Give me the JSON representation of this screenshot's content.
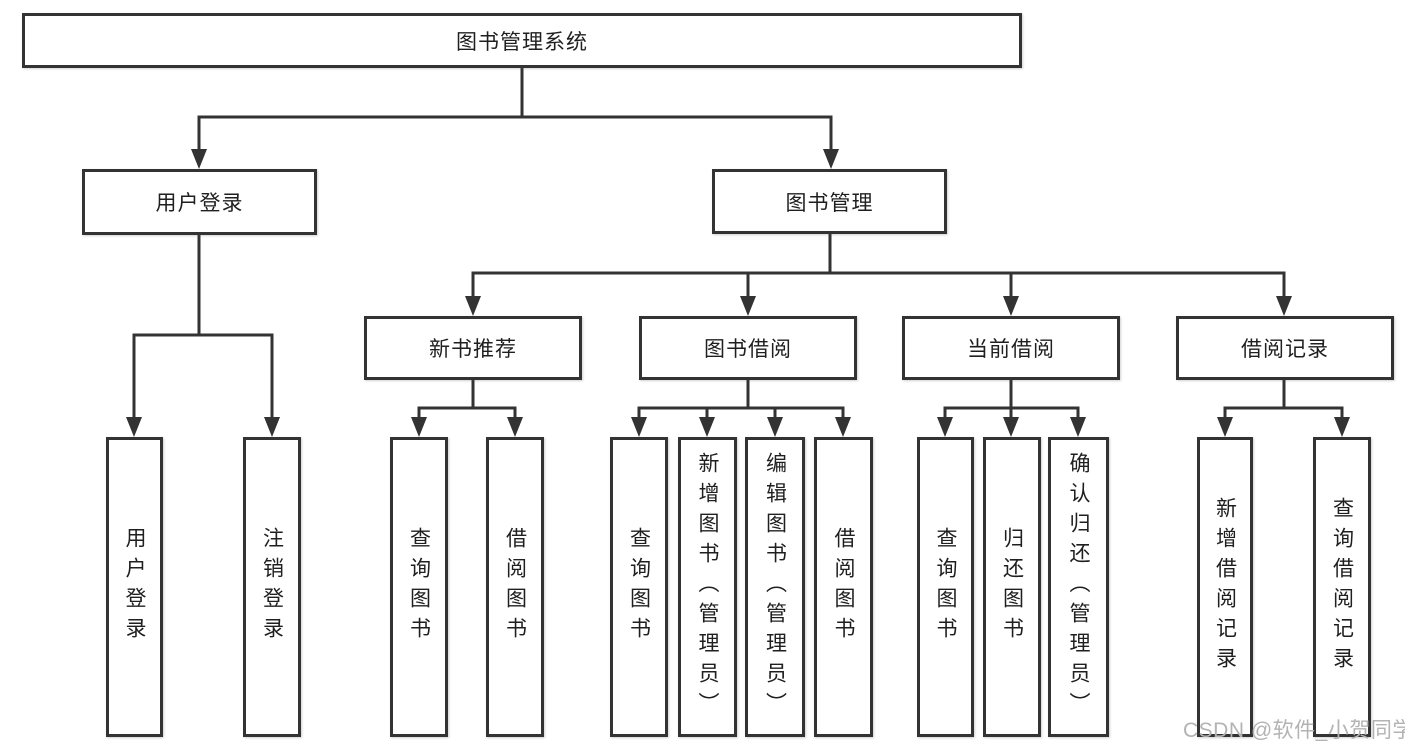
{
  "tree": {
    "root": {
      "label": "图书管理系统",
      "children": [
        {
          "label": "用户登录",
          "children": [
            {
              "label": "用户登录"
            },
            {
              "label": "注销登录"
            }
          ]
        },
        {
          "label": "图书管理",
          "children": [
            {
              "label": "新书推荐",
              "children": [
                {
                  "label": "查询图书"
                },
                {
                  "label": "借阅图书"
                }
              ]
            },
            {
              "label": "图书借阅",
              "children": [
                {
                  "label": "查询图书"
                },
                {
                  "label": "新增图书（管理员）"
                },
                {
                  "label": "编辑图书（管理员）"
                },
                {
                  "label": "借阅图书"
                }
              ]
            },
            {
              "label": "当前借阅",
              "children": [
                {
                  "label": "查询图书"
                },
                {
                  "label": "归还图书"
                },
                {
                  "label": "确认归还（管理员）"
                }
              ]
            },
            {
              "label": "借阅记录",
              "children": [
                {
                  "label": "新增借阅记录"
                },
                {
                  "label": "查询借阅记录"
                }
              ]
            }
          ]
        }
      ]
    }
  },
  "watermark": {
    "text": "CSDN @软件_小贺同学"
  },
  "colors": {
    "line": "#333333",
    "box_border": "#333333",
    "text": "#1f1f1f",
    "background": "#ffffff",
    "watermark": "#b3b3b3"
  }
}
